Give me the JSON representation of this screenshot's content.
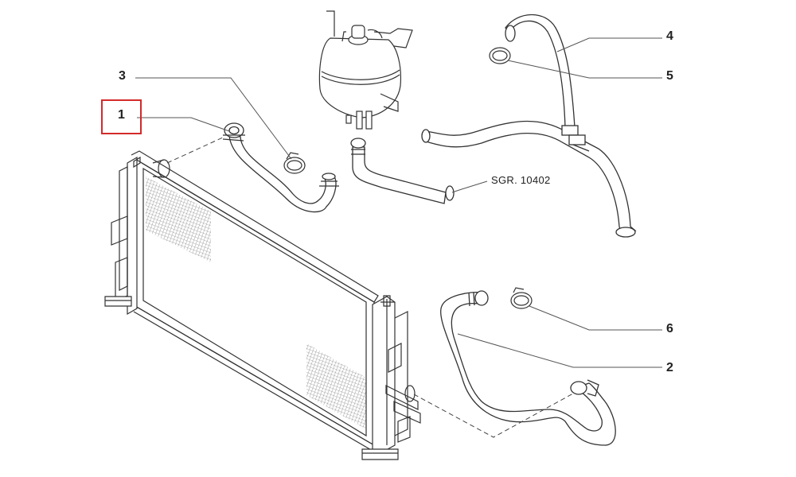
{
  "diagram": {
    "title": "Engine cooling hoses exploded view",
    "highlight_color": "#d42a2a",
    "line_color": "#333333",
    "callouts": [
      {
        "id": "1",
        "label": "1",
        "part": "upper radiator hose",
        "highlighted": true
      },
      {
        "id": "2",
        "label": "2",
        "part": "lower radiator hose"
      },
      {
        "id": "3",
        "label": "3",
        "part": "hose clamp"
      },
      {
        "id": "4",
        "label": "4",
        "part": "heater hose assembly"
      },
      {
        "id": "5",
        "label": "5",
        "part": "hose clamp"
      },
      {
        "id": "6",
        "label": "6",
        "part": "hose clamp"
      }
    ],
    "reference_label": "SGR. 10402"
  }
}
